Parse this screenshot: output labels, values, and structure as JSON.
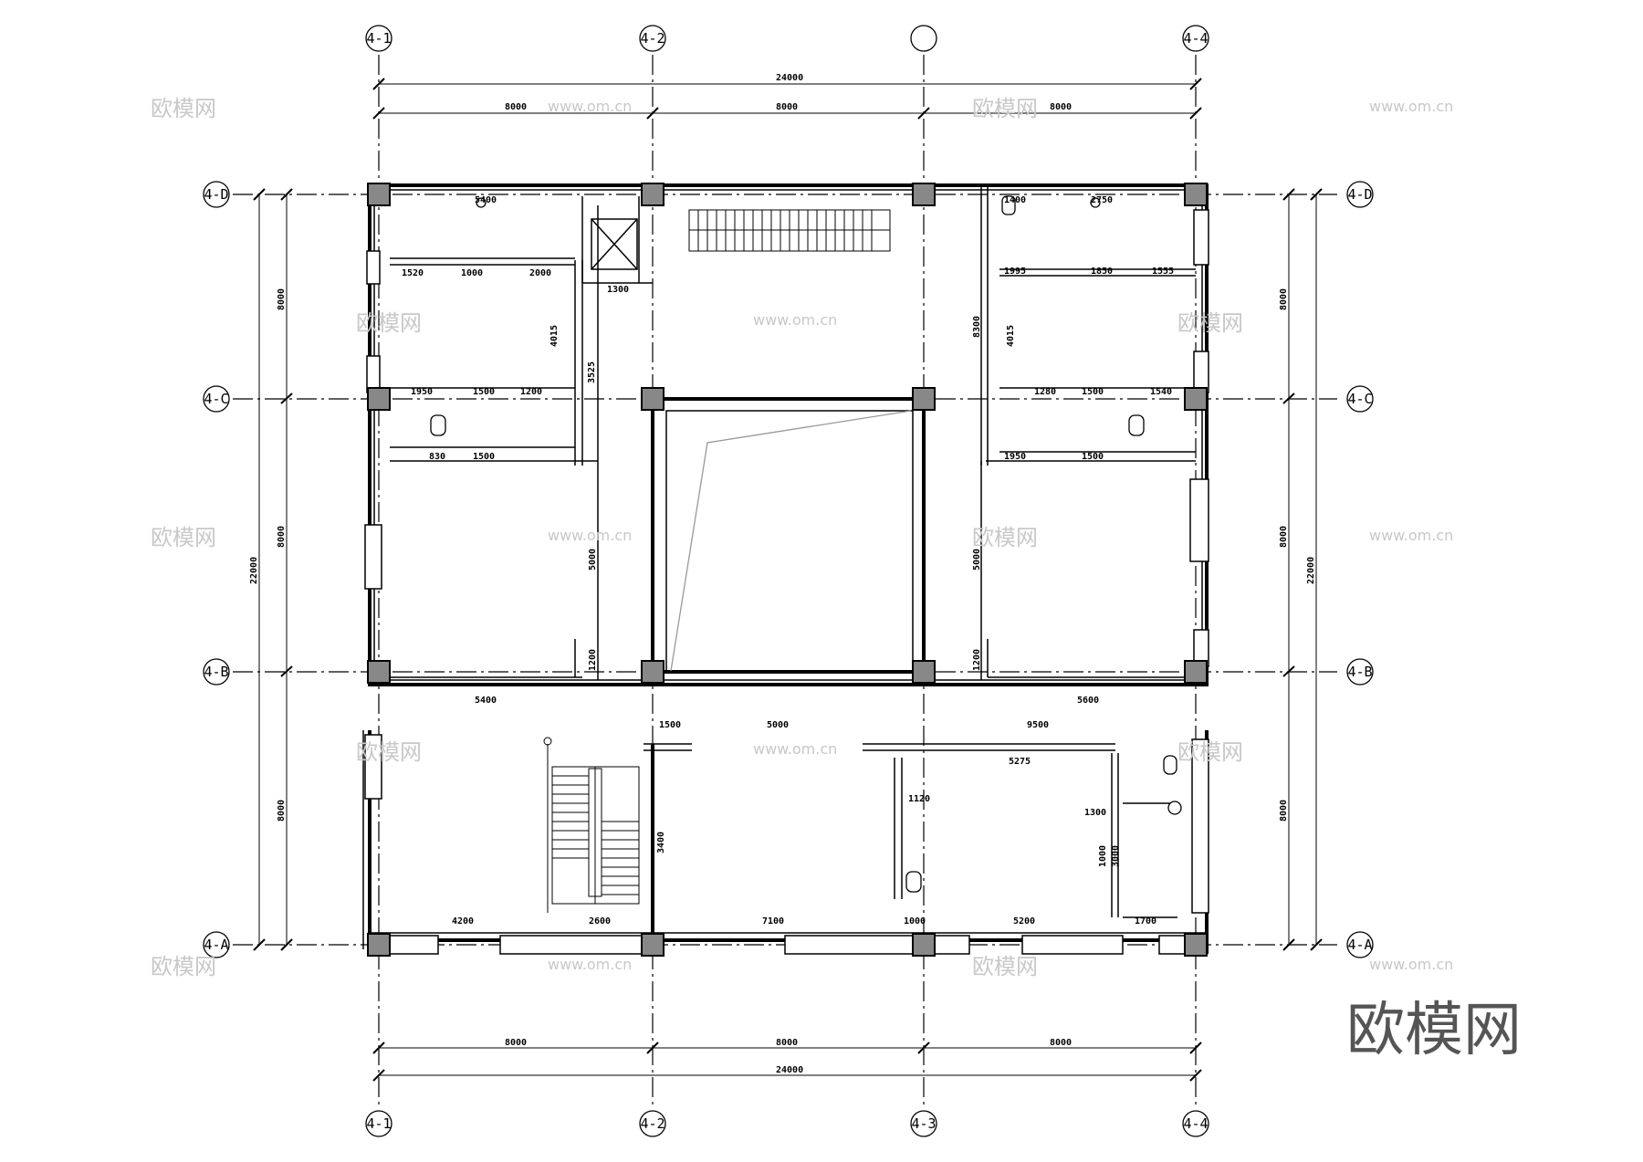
{
  "grid_axes": {
    "columns": [
      "4-1",
      "4-2",
      "",
      "4-4"
    ],
    "columns_bottom": [
      "4-1",
      "4-2",
      "4-3",
      "4-4"
    ],
    "rows": [
      "4-D",
      "4-C",
      "4-B",
      "4-A"
    ]
  },
  "dimensions": {
    "top_total": "24000",
    "top_spans": [
      "8000",
      "8000",
      "8000"
    ],
    "bottom_spans": [
      "8000",
      "8000",
      "8000"
    ],
    "bottom_total": "24000",
    "left_spans": [
      "8000",
      "8000",
      "8000"
    ],
    "left_total": "22000",
    "right_spans": [
      "8000",
      "8000",
      "8000"
    ],
    "right_total": "22000",
    "room_widths": [
      "5400",
      "5400",
      "5600"
    ],
    "corridor": [
      "1500",
      "5000",
      "9500"
    ],
    "bottom_wall": [
      "4200",
      "2600",
      "7100",
      "1000",
      "5200",
      "1700"
    ],
    "upper_left": [
      "1520",
      "1000",
      "2000",
      "1300",
      "1500",
      "1200",
      "1950",
      "830",
      "1500"
    ],
    "upper_right": [
      "1400",
      "2750",
      "1995",
      "1850",
      "1555",
      "1280",
      "1500",
      "1540",
      "1950",
      "1500"
    ],
    "vertical": [
      "4015",
      "3525",
      "5000",
      "1200",
      "4015",
      "8300",
      "5000",
      "1200",
      "3400"
    ],
    "wc": [
      "5275",
      "1120",
      "1300",
      "1000",
      "3000"
    ]
  },
  "watermark": {
    "cn": "欧模网",
    "url": "www.om.cn"
  },
  "brand_logo": "欧模网",
  "colors": {
    "line": "#000000",
    "column_fill": "#888888",
    "watermark": "#c8c8c8",
    "brand": "#555555"
  }
}
